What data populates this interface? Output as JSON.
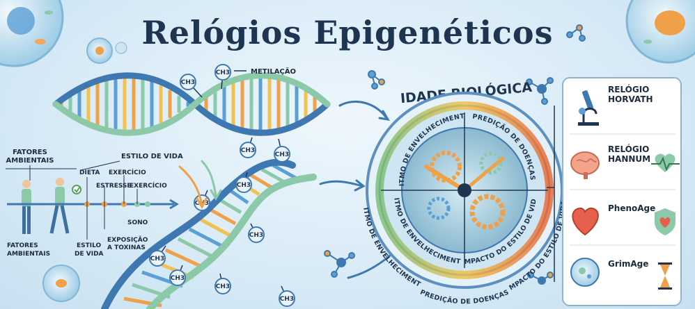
{
  "title": "Relógios Epigenéticos",
  "methylation_label": "METILAÇÃO",
  "ch3_label": "CH3",
  "left_labels": {
    "environmental_top": [
      "FATORES",
      "AMBIENTAIS"
    ],
    "lifestyle_top": "ESTILO DE VIDA",
    "diet": "DIETA",
    "stress": "ESTRESSE",
    "exercise1": "EXERCÍCIO",
    "exercise2": "EXERCÍCIO",
    "sleep": "SONO",
    "toxins": [
      "EXPOSIÇÃO",
      "A TOXINAS"
    ],
    "environmental_bottom": [
      "FATORES",
      "AMBIENTAIS"
    ],
    "lifestyle_bottom": [
      "ESTILO",
      "DE VIDA"
    ]
  },
  "clock": {
    "header": "IDADE BIOLÓGICA",
    "inner_top_left": "RITMO DE ENVELHECIMENTO",
    "inner_top_right": "PREDIÇÃO DE DOENÇAS",
    "inner_bottom_left": "RITMO DE ENVELHECIMENTO",
    "inner_bottom_right": "IMPACTO DO ESTILO DE VIDA",
    "outer_left": "RITMO DE ENVELHECIMENTO",
    "outer_bottom": "PREDIÇÃO DE DOENÇAS",
    "outer_right": "IMPACTO DO ESTILO DE VIDA"
  },
  "panel": [
    {
      "name": [
        "RELÓGIO",
        "HORVATH"
      ],
      "icon": "microscope-icon"
    },
    {
      "name": [
        "RELÓGIO",
        "HANNUM"
      ],
      "icon": "brain-icon"
    },
    {
      "name": [
        "PhenoAge"
      ],
      "icon": "heart-icon"
    },
    {
      "name": [
        "GrimAge"
      ],
      "icon": "cell-icon"
    }
  ],
  "colors": {
    "navy": "#1e3552",
    "strand_blue": "#3f78b0",
    "strand_green": "#8cc9a8",
    "orange": "#f0a048",
    "gauge_green": "#7cc07a"
  }
}
